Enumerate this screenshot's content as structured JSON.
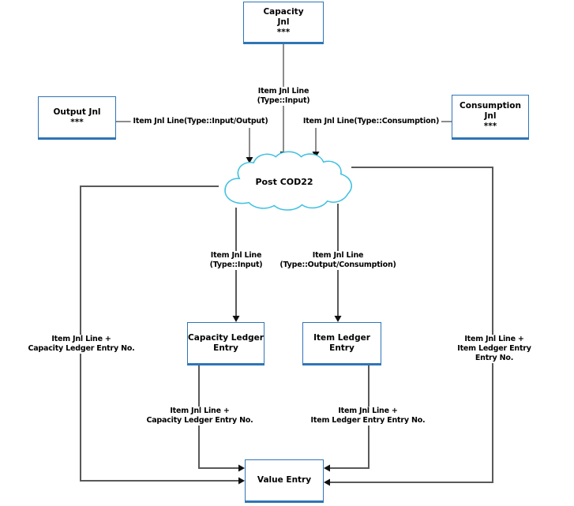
{
  "nodes": {
    "capacity_jnl": "Capacity\nJnl\n***",
    "output_jnl": "Output Jnl\n***",
    "consumption_jnl": "Consumption\nJnl\n***",
    "post_cod22": "Post COD22",
    "capacity_ledger_entry": "Capacity Ledger\nEntry",
    "item_ledger_entry": "Item Ledger\nEntry",
    "value_entry": "Value Entry"
  },
  "edge_labels": {
    "capacity_to_post": "Item Jnl Line\n(Type::Input)",
    "output_to_post": "Item Jnl Line(Type::Input/Output)",
    "consumption_to_post": "Item Jnl Line(Type::Consumption)",
    "post_to_capacity_ledger": "Item Jnl Line\n(Type::Input)",
    "post_to_item_ledger": "Item Jnl Line\n(Type::Output/Consumption)",
    "left_bypass": "Item Jnl Line +\nCapacity Ledger Entry No.",
    "right_bypass": "Item Jnl Line +\nItem Ledger Entry Entry No.",
    "capacity_ledger_to_value": "Item Jnl Line +\nCapacity Ledger Entry No.",
    "item_ledger_to_value": "Item Jnl Line +\nItem Ledger Entry Entry No."
  },
  "colors": {
    "box_border": "#2e75b6",
    "cloud_outline": "#40c1e0",
    "connector_dark": "#1a1a1a",
    "connector_gray": "#595959",
    "arrowhead": "#111111",
    "background": "#ffffff",
    "text": "#000000"
  }
}
